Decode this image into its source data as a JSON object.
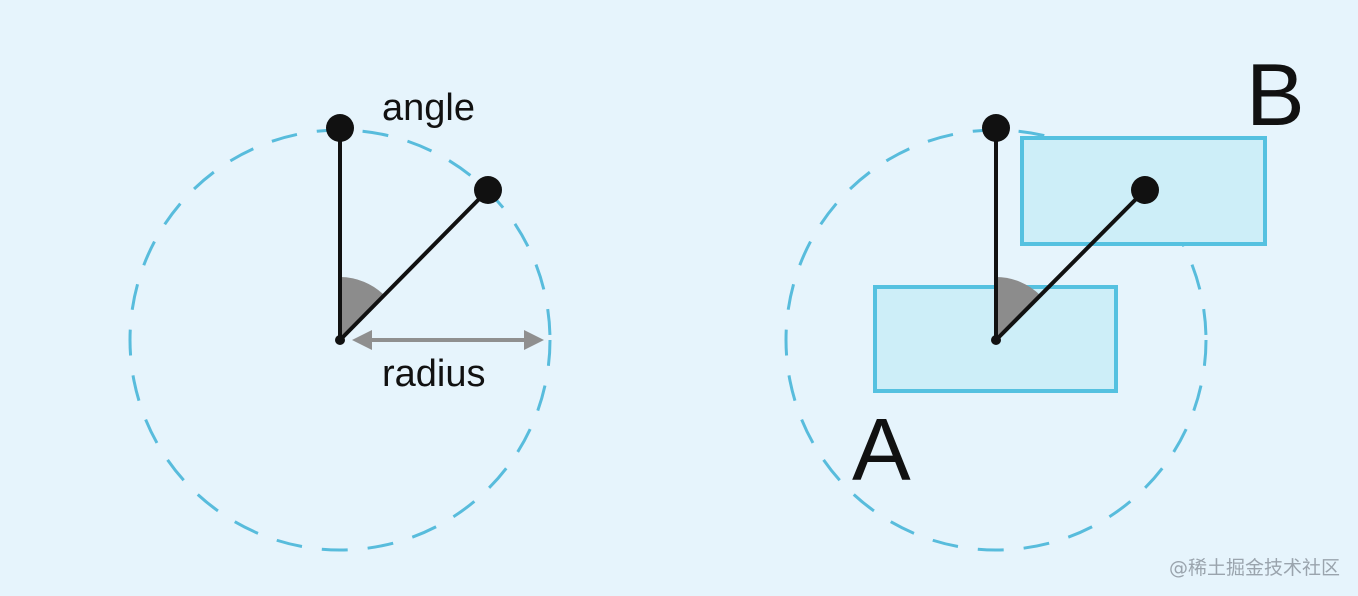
{
  "left_diagram": {
    "angle_label": "angle",
    "radius_label": "radius"
  },
  "right_diagram": {
    "rect_a_label": "A",
    "rect_b_label": "B"
  },
  "watermark": "@稀土掘金技术社区",
  "colors": {
    "background": "#e6f4fc",
    "dashed_circle": "#58bcdc",
    "rect_fill": "#cdeef8",
    "rect_stroke": "#55c1e0",
    "line": "#111111",
    "angle_wedge": "#8c8c8c",
    "radius_arrow": "#8f8f8f"
  }
}
